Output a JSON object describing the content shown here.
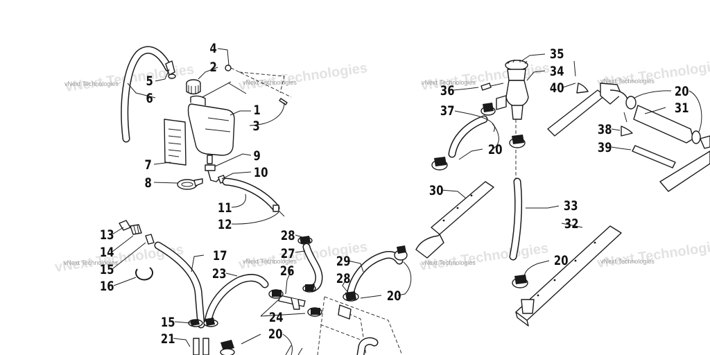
{
  "watermark": {
    "text": "vNext Technologies"
  },
  "callouts": [
    {
      "id": "c4",
      "label": "4"
    },
    {
      "id": "c2",
      "label": "2"
    },
    {
      "id": "c5",
      "label": "5"
    },
    {
      "id": "c6",
      "label": "6"
    },
    {
      "id": "c1",
      "label": "1"
    },
    {
      "id": "c3",
      "label": "3"
    },
    {
      "id": "c7",
      "label": "7"
    },
    {
      "id": "c8",
      "label": "8"
    },
    {
      "id": "c9",
      "label": "9"
    },
    {
      "id": "c10",
      "label": "10"
    },
    {
      "id": "c11",
      "label": "11"
    },
    {
      "id": "c12",
      "label": "12"
    },
    {
      "id": "c13",
      "label": "13"
    },
    {
      "id": "c14",
      "label": "14"
    },
    {
      "id": "c15a",
      "label": "15"
    },
    {
      "id": "c16",
      "label": "16"
    },
    {
      "id": "c17",
      "label": "17"
    },
    {
      "id": "c23",
      "label": "23"
    },
    {
      "id": "c28a",
      "label": "28"
    },
    {
      "id": "c27",
      "label": "27"
    },
    {
      "id": "c26",
      "label": "26"
    },
    {
      "id": "c29",
      "label": "29"
    },
    {
      "id": "c28b",
      "label": "28"
    },
    {
      "id": "c20a",
      "label": "20"
    },
    {
      "id": "c24",
      "label": "24"
    },
    {
      "id": "c15b",
      "label": "15"
    },
    {
      "id": "c21",
      "label": "21"
    },
    {
      "id": "c20b",
      "label": "20"
    },
    {
      "id": "c35",
      "label": "35"
    },
    {
      "id": "c34",
      "label": "34"
    },
    {
      "id": "c36",
      "label": "36"
    },
    {
      "id": "c40",
      "label": "40"
    },
    {
      "id": "c37",
      "label": "37"
    },
    {
      "id": "c20c",
      "label": "20"
    },
    {
      "id": "c30",
      "label": "30"
    },
    {
      "id": "c33",
      "label": "33"
    },
    {
      "id": "c32",
      "label": "32"
    },
    {
      "id": "c20d",
      "label": "20"
    },
    {
      "id": "c20e",
      "label": "20"
    },
    {
      "id": "c31",
      "label": "31"
    },
    {
      "id": "c38",
      "label": "38"
    },
    {
      "id": "c39",
      "label": "39"
    }
  ]
}
